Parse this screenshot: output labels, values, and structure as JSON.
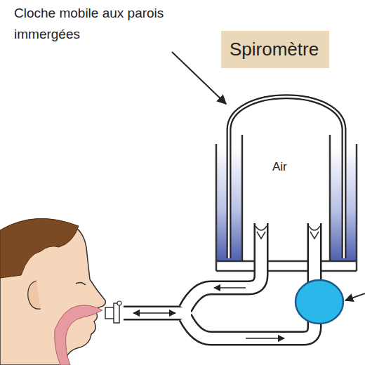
{
  "diagram": {
    "nodes": [
      {
        "text": [
          "Spiromètre"
        ]
      }
    ],
    "edges": [],
    "labels": [
      "Cloche mobile aux parois immergées",
      "Air"
    ]
  }
}
